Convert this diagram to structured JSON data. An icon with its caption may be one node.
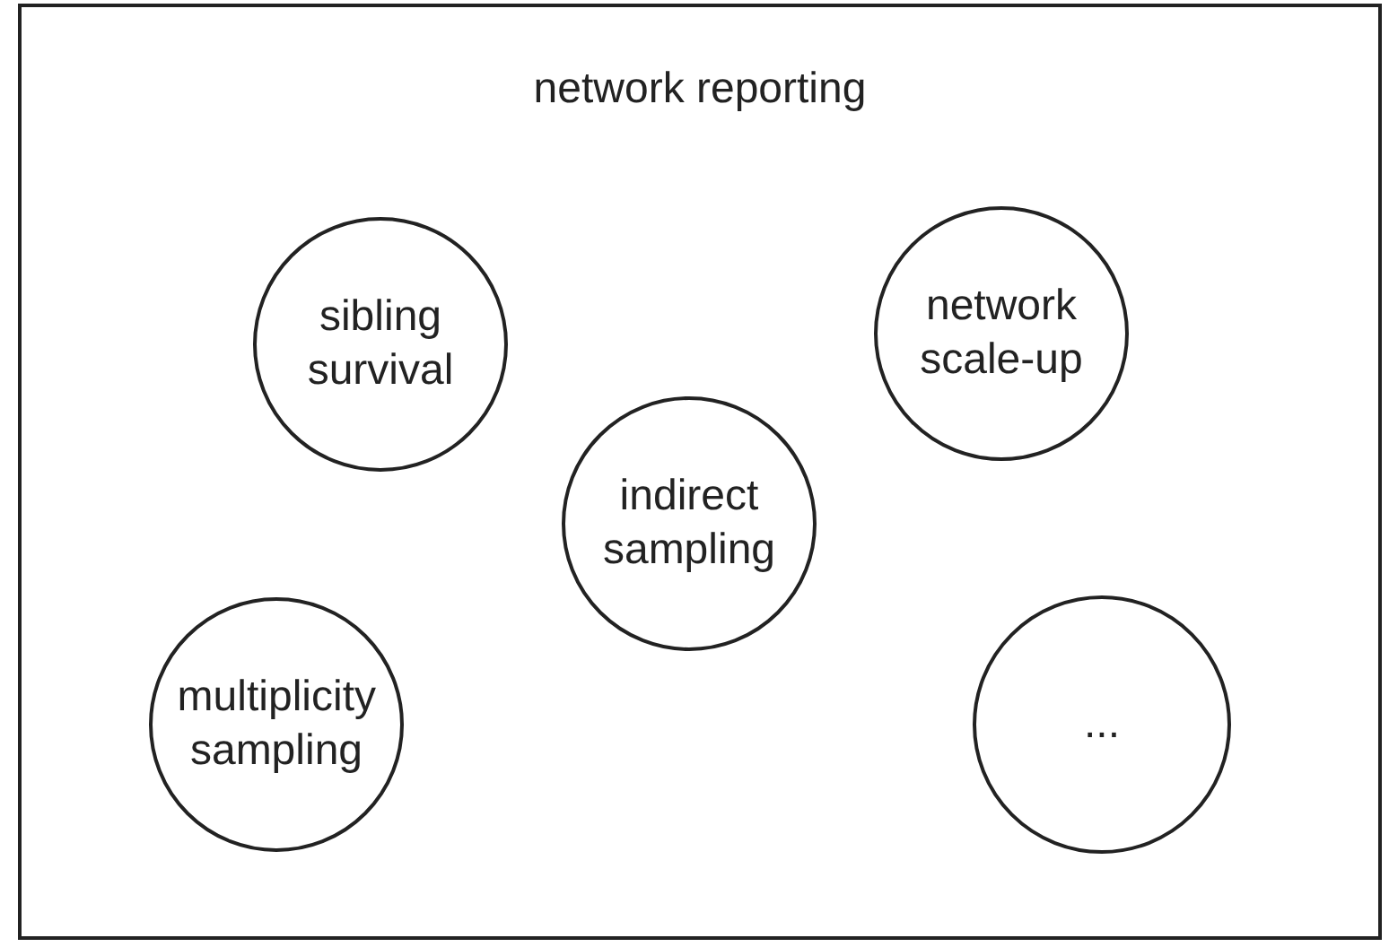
{
  "diagram": {
    "nodes": [
      {
        "text": [
          "network reporting"
        ]
      },
      {
        "text": [
          "sibling survival"
        ],
        "in": 0
      },
      {
        "text": [
          "network scale-up"
        ],
        "in": 0
      },
      {
        "text": [
          "indirect sampling"
        ],
        "in": 0
      },
      {
        "text": [
          "multiplicity sampling"
        ],
        "in": 0
      },
      {
        "text": [
          "..."
        ],
        "in": 0
      }
    ]
  }
}
